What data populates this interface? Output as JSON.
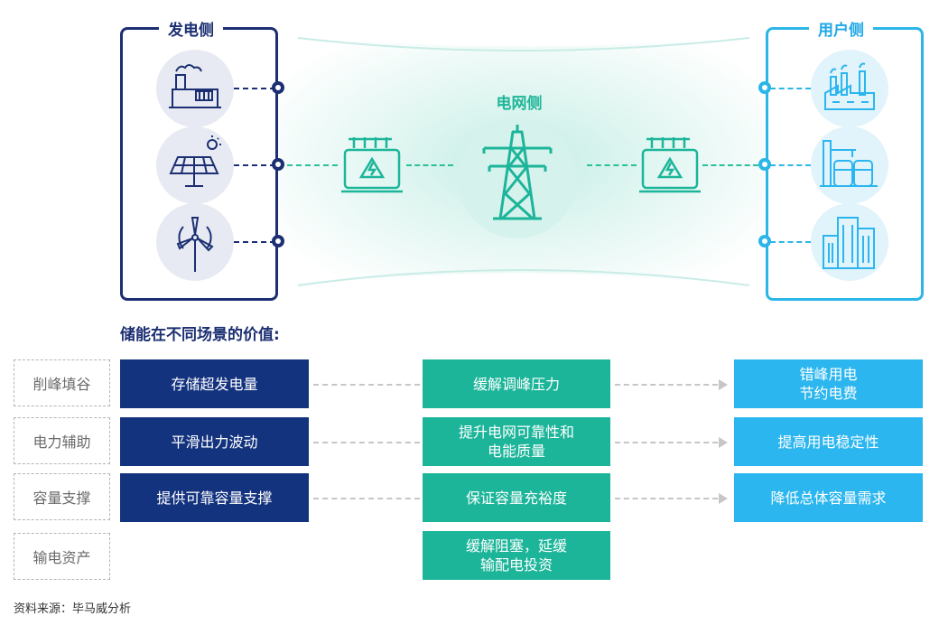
{
  "diagram": {
    "generation_side": {
      "title": "发电侧",
      "icons": [
        "thermal-power-plant-icon",
        "solar-panel-icon",
        "wind-turbine-icon"
      ]
    },
    "grid_side": {
      "title": "电网侧",
      "icons": [
        "transformer-icon",
        "transmission-tower-icon"
      ]
    },
    "user_side": {
      "title": "用户侧",
      "icons": [
        "factory-icon",
        "industrial-plant-icon",
        "office-building-icon"
      ]
    }
  },
  "value_section": {
    "title": "储能在不同场景的价值:",
    "rows": [
      {
        "category": "削峰填谷",
        "generation": "存储超发电量",
        "grid": "缓解调峰压力",
        "user": "错峰用电\n节约电费"
      },
      {
        "category": "电力辅助",
        "generation": "平滑出力波动",
        "grid": "提升电网可靠性和\n电能质量",
        "user": "提高用电稳定性"
      },
      {
        "category": "容量支撑",
        "generation": "提供可靠容量支撑",
        "grid": "保证容量充裕度",
        "user": "降低总体容量需求"
      },
      {
        "category": "输电资产",
        "generation": "",
        "grid": "缓解阻塞，延缓\n输配电投资",
        "user": ""
      }
    ]
  },
  "source": "资料来源：毕马威分析",
  "colors": {
    "navy": "#1b2f72",
    "teal": "#1cb59a",
    "cyan": "#2cb6ef",
    "gray": "#c6c6c6"
  }
}
